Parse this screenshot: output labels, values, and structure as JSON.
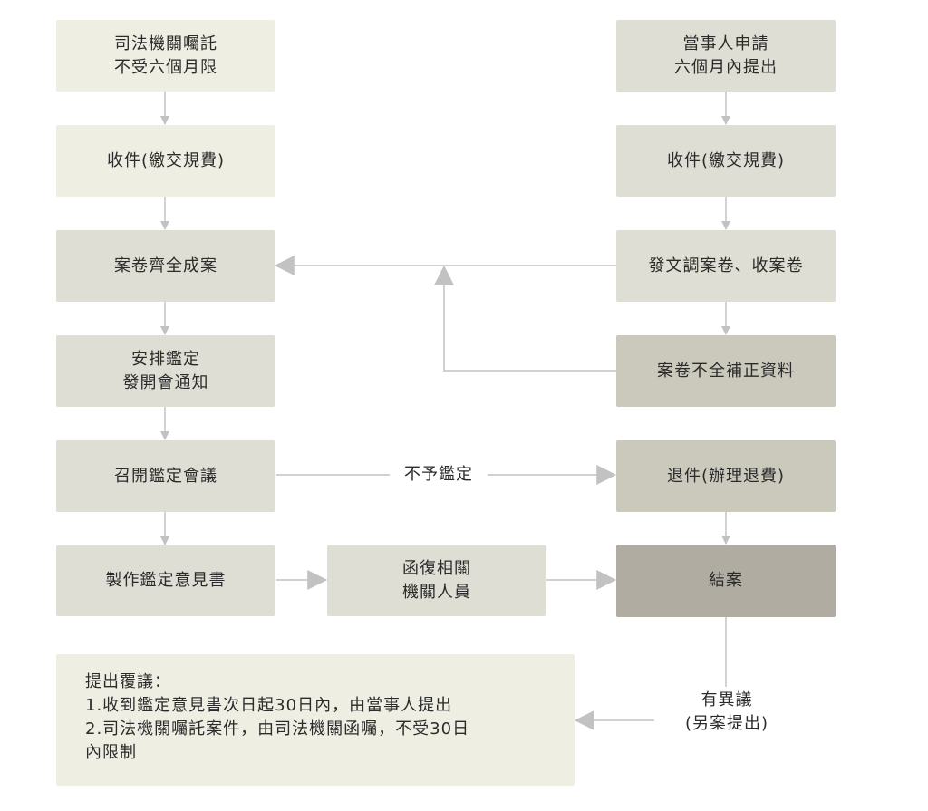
{
  "left": {
    "box1": "司法機關囑託\n不受六個月限",
    "box2": "收件(繳交規費)",
    "box3": "案卷齊全成案",
    "box4": "安排鑑定\n發開會通知",
    "box5": "召開鑑定會議",
    "box6": "製作鑑定意見書"
  },
  "middle": {
    "reply": "函復相關\n機關人員"
  },
  "right": {
    "box1": "當事人申請\n六個月內提出",
    "box2": "收件(繳交規費)",
    "box3": "發文調案卷、收案卷",
    "box4": "案卷不全補正資料",
    "box5": "退件(辦理退費)",
    "box6": "結案"
  },
  "labels": {
    "no_appraisal": "不予鑑定",
    "objection": "有異議\n(另案提出)"
  },
  "note": {
    "title": "提出覆議：",
    "line1": "1.收到鑑定意見書次日起30日內，由當事人提出",
    "line2": "2.司法機關囑託案件，由司法機關函囑，不受30日",
    "line3": "內限制"
  },
  "colors": {
    "light": "#eeeee3",
    "mid": "#deded4",
    "dark": "#cbc9bc",
    "end": "#b1aca2",
    "arrow": "#c2c2c2"
  }
}
